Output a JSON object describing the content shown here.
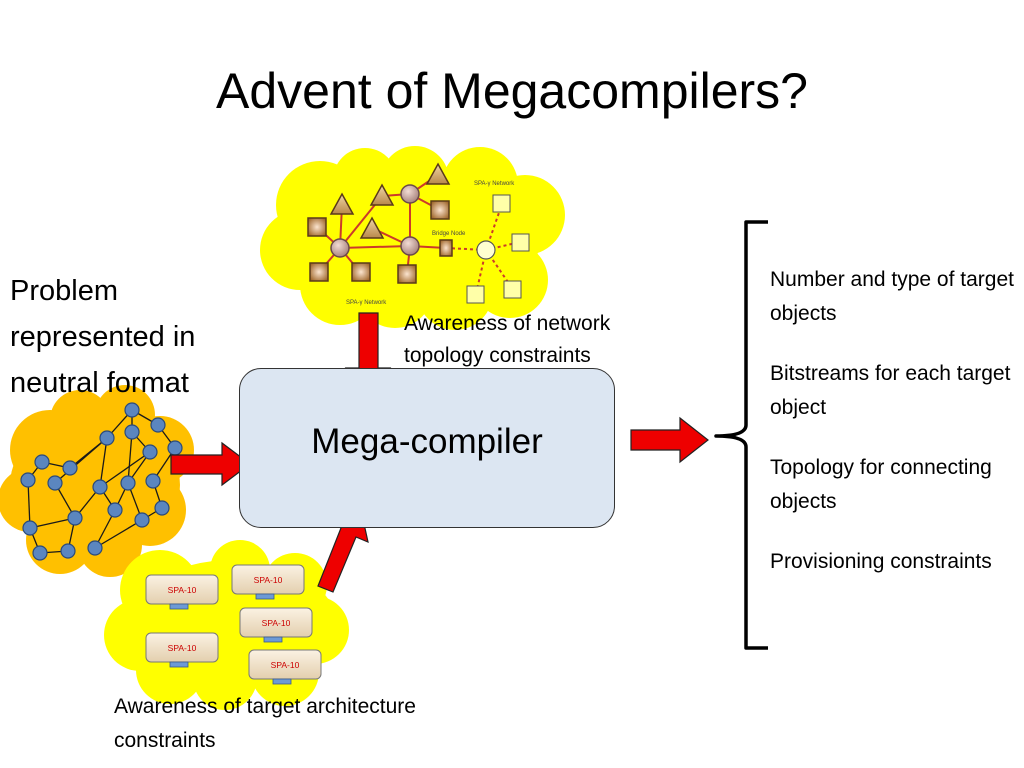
{
  "slide": {
    "title": "Advent of Megacompilers?",
    "problem_text": "Problem represented in neutral format",
    "network_awareness": "Awareness of network topology constraints",
    "architecture_awareness": "Awareness of target architecture constraints",
    "compiler_label": "Mega-compiler",
    "network_labels": {
      "top": "SPA-γ Network",
      "bridge": "Bridge Node",
      "bottom": "SPA-γ Network"
    },
    "spa_chips": [
      "SPA-10",
      "SPA-10",
      "SPA-10",
      "SPA-10",
      "SPA-10"
    ],
    "outputs": [
      "Number and type of target objects",
      "Bitstreams for each target object",
      "Topology for connecting objects",
      "Provisioning constraints"
    ]
  }
}
